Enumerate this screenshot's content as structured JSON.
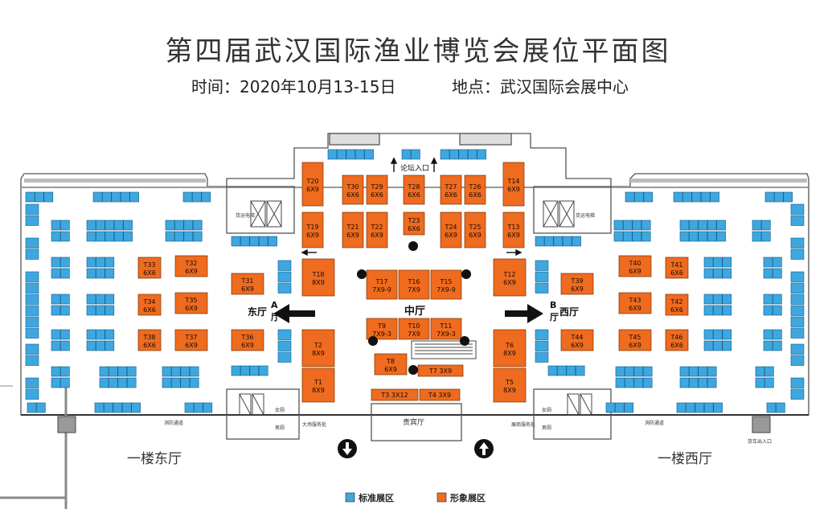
{
  "title": "第四届武汉国际渔业博览会展位平面图",
  "time_label": "时间：2020年10月13-15日",
  "place_label": "地点：武汉国际会展中心",
  "colors": {
    "standard": "#3fa7df",
    "image": "#ee6b1f",
    "frame": "#555555",
    "wall": "#9a9a9a"
  },
  "hall_labels": {
    "east": "东厅",
    "east_a": "A",
    "east_ting": "厅",
    "west": "西厅",
    "west_b": "B",
    "west_ting": "厅",
    "center": "中厅",
    "floor_east": "一楼东厅",
    "floor_west": "一楼西厅",
    "forum": "论坛入口",
    "vip": "贵宾厅",
    "freight_elev": "货运电梯",
    "freight_elev2": "货运电梯",
    "fire_east": "消防通道",
    "fire_west": "消防通道",
    "toilet_e": "女厕",
    "toilet_e2": "男厕",
    "service_e": "大场服务处",
    "service_w": "展商服务处",
    "toilet_w": "女厕",
    "toilet_w2": "男厕",
    "truck": "货车出入口"
  },
  "legend": {
    "standard": "标准展区",
    "image": "形象展区"
  },
  "image_booths": [
    {
      "id": "T20",
      "size": "6X9"
    },
    {
      "id": "T30",
      "size": "6X6"
    },
    {
      "id": "T29",
      "size": "6X6"
    },
    {
      "id": "T28",
      "size": "6X6"
    },
    {
      "id": "T27",
      "size": "6X6"
    },
    {
      "id": "T26",
      "size": "6X6"
    },
    {
      "id": "T14",
      "size": "6X9"
    },
    {
      "id": "T19",
      "size": "6X9"
    },
    {
      "id": "T21",
      "size": "6X9"
    },
    {
      "id": "T22",
      "size": "6X9"
    },
    {
      "id": "T23",
      "size": "6X6"
    },
    {
      "id": "T24",
      "size": "6X9"
    },
    {
      "id": "T25",
      "size": "6X9"
    },
    {
      "id": "T13",
      "size": "6X9"
    },
    {
      "id": "T33",
      "size": "6X6"
    },
    {
      "id": "T32",
      "size": "6X9"
    },
    {
      "id": "T31",
      "size": "6X9"
    },
    {
      "id": "T18",
      "size": "8X9"
    },
    {
      "id": "T17",
      "size": "7X9-9"
    },
    {
      "id": "T16",
      "size": "7X9"
    },
    {
      "id": "T15",
      "size": "7X9-9"
    },
    {
      "id": "T12",
      "size": "6X9"
    },
    {
      "id": "T39",
      "size": "6X9"
    },
    {
      "id": "T40",
      "size": "6X9"
    },
    {
      "id": "T41",
      "size": "6X6"
    },
    {
      "id": "T34",
      "size": "6X6"
    },
    {
      "id": "T35",
      "size": "6X9"
    },
    {
      "id": "T43",
      "size": "6X9"
    },
    {
      "id": "T42",
      "size": "6X6"
    },
    {
      "id": "T38",
      "size": "6X6"
    },
    {
      "id": "T37",
      "size": "6X9"
    },
    {
      "id": "T36",
      "size": "6X9"
    },
    {
      "id": "T2",
      "size": "8X9"
    },
    {
      "id": "T9",
      "size": "7X9-3"
    },
    {
      "id": "T10",
      "size": "7X9"
    },
    {
      "id": "T11",
      "size": "7X9-3"
    },
    {
      "id": "T6",
      "size": "8X9"
    },
    {
      "id": "T44",
      "size": "6X9"
    },
    {
      "id": "T45",
      "size": "6X9"
    },
    {
      "id": "T46",
      "size": "6X6"
    },
    {
      "id": "T1",
      "size": "8X9"
    },
    {
      "id": "T8",
      "size": "6X9"
    },
    {
      "id": "T7",
      "size": "3X9"
    },
    {
      "id": "T5",
      "size": "8X9"
    },
    {
      "id": "T3",
      "size": "3X12"
    },
    {
      "id": "T4",
      "size": "3X9"
    }
  ]
}
